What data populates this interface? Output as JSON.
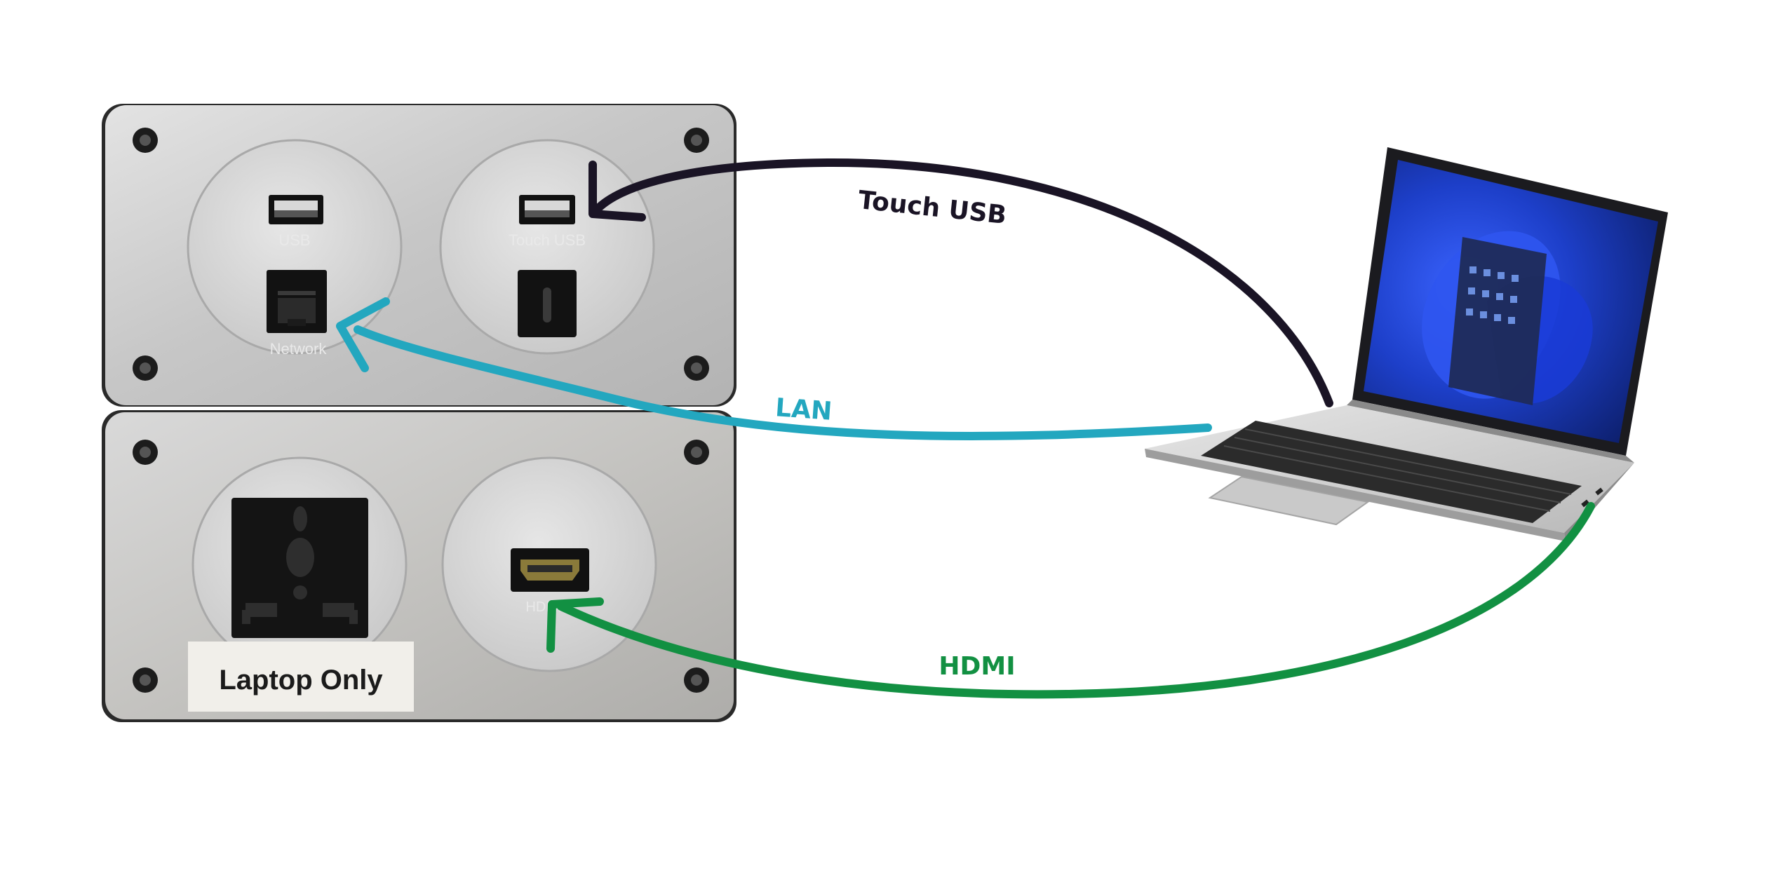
{
  "panel": {
    "top": {
      "usb_label": "USB",
      "touch_usb_label": "Touch USB",
      "network_label": "Network"
    },
    "bottom": {
      "hdmi_label": "HDMI",
      "sticker_text": "Laptop Only"
    }
  },
  "connections": {
    "touch_usb": {
      "label": "Touch USB",
      "color": "#1a1425"
    },
    "lan": {
      "label": "LAN",
      "color": "#23a7bf"
    },
    "hdmi": {
      "label": "HDMI",
      "color": "#129042"
    }
  },
  "colors": {
    "panel_metal": "#c9c9c9",
    "laptop_silver": "#cfcfcf",
    "screen_blue": "#1d3fc9"
  }
}
